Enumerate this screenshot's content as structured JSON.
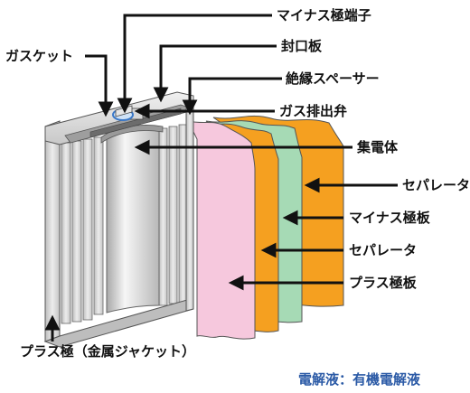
{
  "labels": {
    "negative_terminal": "マイナス極端子",
    "gasket": "ガスケット",
    "sealing_plate": "封口板",
    "insulating_spacer": "絶縁スペーサー",
    "gas_vent_valve": "ガス排出弁",
    "current_collector": "集電体",
    "separator_outer": "セパレータ",
    "negative_plate": "マイナス極板",
    "separator_inner": "セパレータ",
    "positive_plate": "プラス極板",
    "positive_can": "プラス極（金属ジャケット）"
  },
  "caption": "電解液：有機電解液",
  "colors": {
    "separator": "#f5a020",
    "negative_plate": "#a6dab5",
    "positive_plate": "#f6c8dd",
    "can": "#d4d4d4",
    "caption": "#2b5aa6",
    "valve_blue": "#3a78c8"
  }
}
